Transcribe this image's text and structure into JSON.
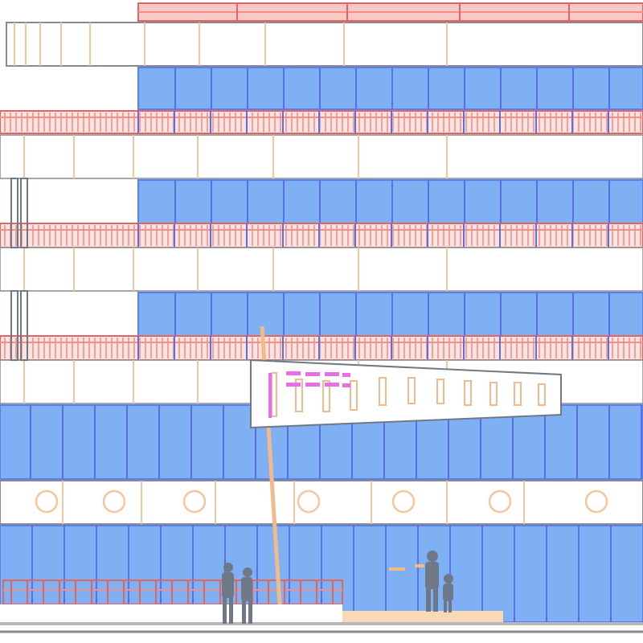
{
  "drawing": {
    "type": "building-facade-elevation",
    "colors": {
      "glazing": "#7fb0f4",
      "glazing_edge": "#5b7ff0",
      "mullion": "#5a6ee6",
      "railing": "#ef8f88",
      "railing_dark": "#e2665f",
      "slab": "#ffffff",
      "slab_edge": "#8a8a8a",
      "pilaster": "#f6c79a",
      "sign": "#f2b98a",
      "sign_accent": "#ea6ee3",
      "people": "#6f7886",
      "ground": "#8a8a8a",
      "plaza": "#f7d9b8"
    },
    "people_count": 4,
    "porthole_count": 7
  }
}
